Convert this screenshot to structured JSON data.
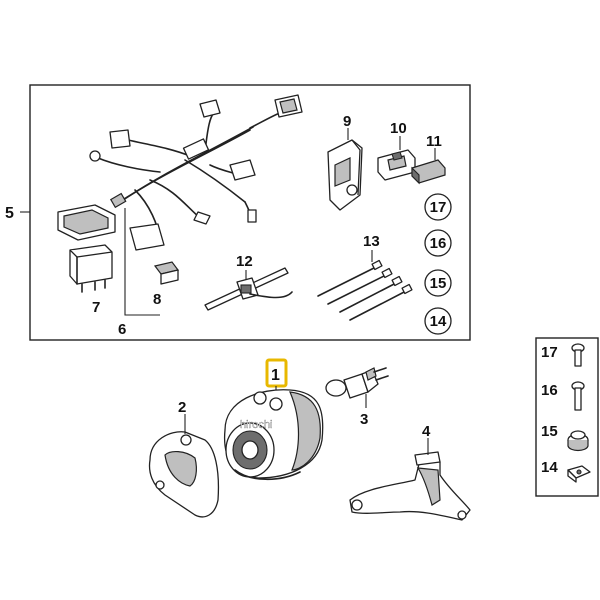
{
  "labels": {
    "p1": "1",
    "p2": "2",
    "p3": "3",
    "p4": "4",
    "p5": "5",
    "p6": "6",
    "p7": "7",
    "p8": "8",
    "p9": "9",
    "p10": "10",
    "p11": "11",
    "p12": "12",
    "p13": "13",
    "c14": "14",
    "c15": "15",
    "c16": "16",
    "c17": "17",
    "s14": "14",
    "s15": "15",
    "s16": "16",
    "s17": "17"
  },
  "watermark": "hirochi",
  "highlight_color": "#e8b800"
}
